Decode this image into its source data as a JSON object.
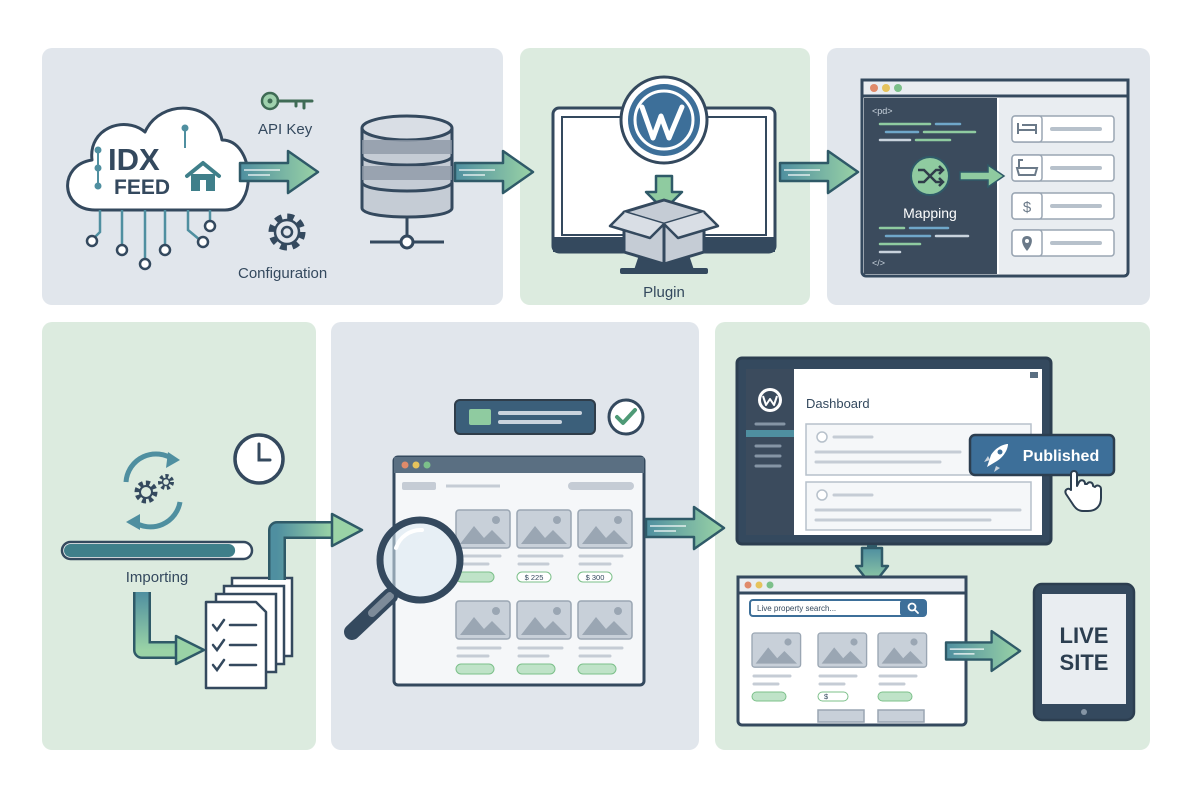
{
  "panels": {
    "source": {
      "idx_line1": "IDX",
      "idx_line2": "FEED",
      "api_key_label": "API Key",
      "configuration_label": "Configuration"
    },
    "plugin": {
      "label": "Plugin"
    },
    "mapping": {
      "label": "Mapping",
      "code_open_tag": "<pd>",
      "code_close_tag": "</>"
    },
    "import": {
      "label": "Importing",
      "progress": 0.92
    },
    "review": {
      "price_1": "$ 225",
      "price_2": "$ 300"
    },
    "publish": {
      "dashboard_title": "Dashboard",
      "published_label": "Published",
      "search_placeholder": "Live property search...",
      "price_tag": "$",
      "live_line1": "LIVE",
      "live_line2": "SITE"
    }
  },
  "colors": {
    "panel_gray": "#e1e6ec",
    "panel_green": "#dcebdf",
    "navy": "#34495e",
    "teal": "#3f7f8a",
    "arrow_green": "#8fcba0",
    "accent_blue": "#3d6f99",
    "check_green": "#4e9a76"
  }
}
